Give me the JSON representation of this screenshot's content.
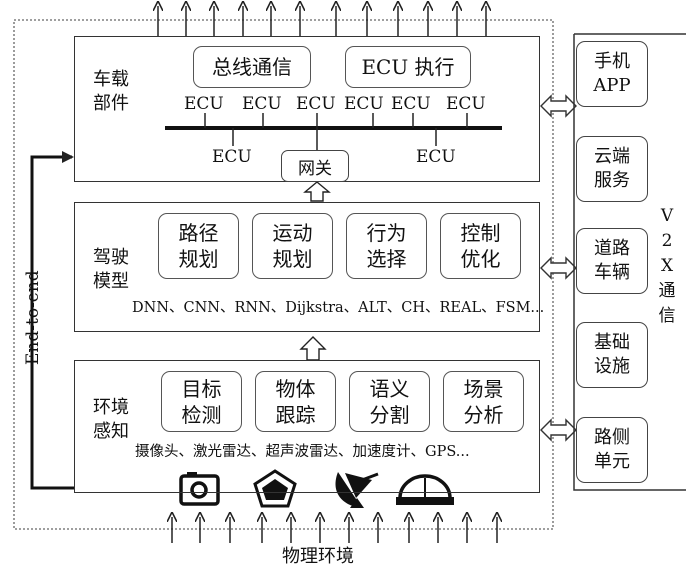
{
  "vehicle_layer": {
    "label": "车载\n部件",
    "top_boxes": [
      "总线通信",
      "ECU 执行"
    ],
    "ecu_top": [
      "ECU",
      "ECU",
      "ECU",
      "ECU",
      "ECU",
      "ECU"
    ],
    "ecu_bottom": [
      "ECU",
      "ECU"
    ],
    "gateway": "网关"
  },
  "driving_layer": {
    "label": "驾驶\n模型",
    "boxes": [
      "路径\n规划",
      "运动\n规划",
      "行为\n选择",
      "控制\n优化"
    ],
    "algorithms": "DNN、CNN、RNN、Dijkstra、ALT、CH、REAL、FSM..."
  },
  "perception_layer": {
    "label": "环境\n感知",
    "boxes": [
      "目标\n检测",
      "物体\n跟踪",
      "语义\n分割",
      "场景\n分析"
    ],
    "sensors": "摄像头、激光雷达、超声波雷达、加速度计、GPS...",
    "sensor_icons": [
      "camera-icon",
      "lidar-icon",
      "radar-dish-icon",
      "ultrasonic-icon"
    ]
  },
  "end_to_end_label": "End-to-end",
  "physical_env_label": "物理环境",
  "v2x": {
    "boxes": [
      "手机\nAPP",
      "云端\n服务",
      "道路\n车辆",
      "基础\n设施",
      "路侧\n单元"
    ],
    "vertical_label": [
      "V",
      "2",
      "X",
      "通",
      "信"
    ]
  },
  "colors": {
    "line": "#222222",
    "box_border": "#555555",
    "background": "#ffffff"
  }
}
